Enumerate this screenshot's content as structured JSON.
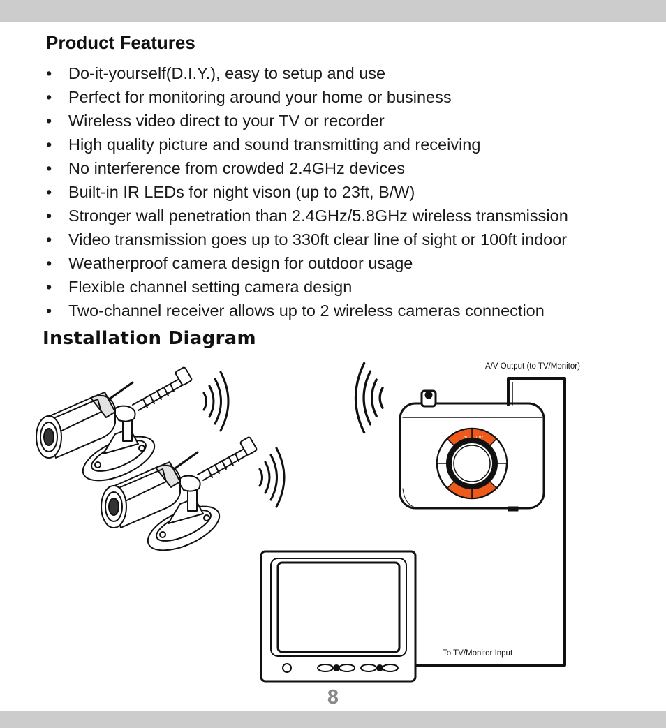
{
  "headings": {
    "features": "Product Features",
    "installation": "Installation Diagram"
  },
  "features": [
    "Do-it-yourself(D.I.Y.), easy to setup and use",
    "Perfect for monitoring around your home or business",
    "Wireless video direct to your TV or recorder",
    "High quality picture and sound transmitting and receiving",
    "No interference from crowded 2.4GHz devices",
    "Built-in IR LEDs for night vison (up to 23ft, B/W)",
    "Stronger wall penetration than 2.4GHz/5.8GHz wireless transmission",
    "Video transmission goes up to 330ft clear line of sight or 100ft indoor",
    "Weatherproof camera design for outdoor usage",
    "Flexible channel setting camera design",
    "Two-channel receiver allows up to 2 wireless cameras connection"
  ],
  "bullet_char": "•",
  "diagram": {
    "av_output_label": "A/V Output (to TV/Monitor)",
    "monitor_input_label": "To TV/Monitor Input",
    "receiver_ch_labels": [
      "CH1",
      "CH2"
    ]
  },
  "page_number": "8",
  "colors": {
    "band": "#cccccc",
    "accent_orange": "#ee5a1c",
    "page_number": "#888888"
  }
}
